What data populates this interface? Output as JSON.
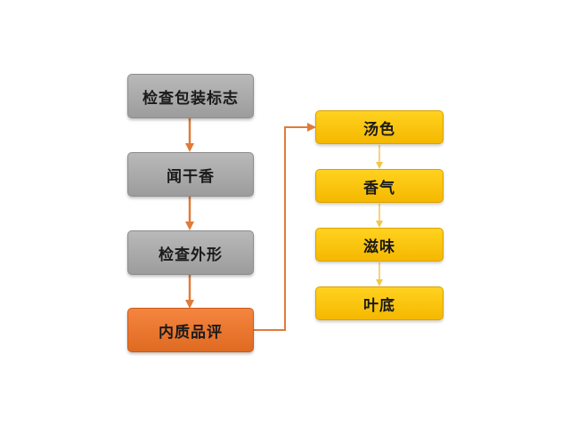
{
  "steps": [
    "检查包装标志",
    "闻干香",
    "检查外形",
    "内质品评"
  ],
  "sub_steps": [
    "汤色",
    "香气",
    "滋味",
    "叶底"
  ],
  "colors": {
    "step_gray": "#a9a9a9",
    "step_active": "#ec7632",
    "sub_step": "#fcc40c",
    "arrow_main": "#e07b3a",
    "arrow_sub": "#f2c64a"
  }
}
